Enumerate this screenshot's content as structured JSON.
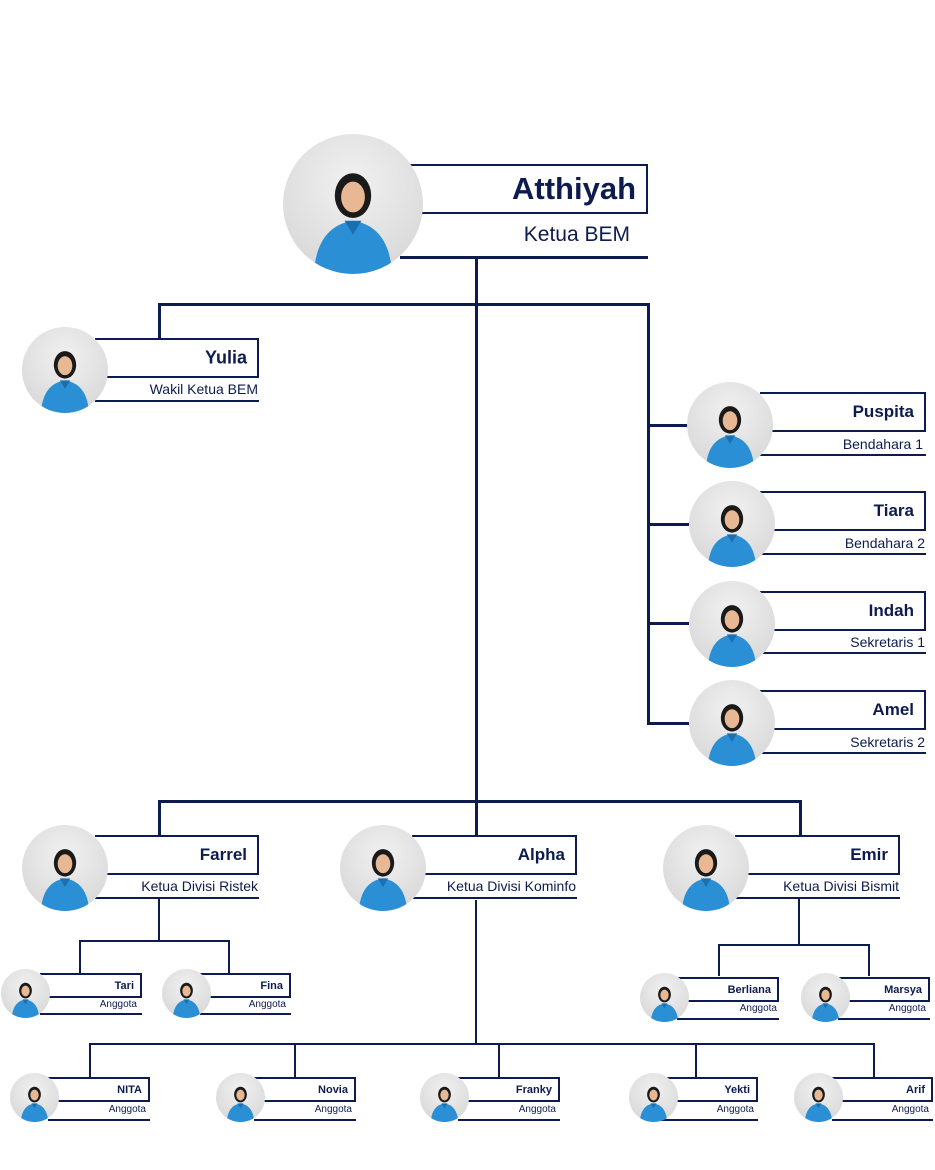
{
  "colors": {
    "navy": "#0d1b4f",
    "uniform": "#2a8fd4",
    "hijab": "#1a1a1a",
    "skin": "#e8b894"
  },
  "leader": {
    "name": "Atthiyah",
    "role": "Ketua BEM"
  },
  "vice": {
    "name": "Yulia",
    "role": "Wakil Ketua BEM"
  },
  "staff": [
    {
      "name": "Puspita",
      "role": "Bendahara 1"
    },
    {
      "name": "Tiara",
      "role": "Bendahara 2"
    },
    {
      "name": "Indah",
      "role": "Sekretaris 1"
    },
    {
      "name": "Amel",
      "role": "Sekretaris 2"
    }
  ],
  "division_heads": [
    {
      "name": "Farrel",
      "role": "Ketua Divisi Ristek"
    },
    {
      "name": "Alpha",
      "role": "Ketua Divisi Kominfo"
    },
    {
      "name": "Emir",
      "role": "Ketua Divisi Bismit"
    }
  ],
  "ristek_members": [
    {
      "name": "Tari",
      "role": "Anggota"
    },
    {
      "name": "Fina",
      "role": "Anggota"
    }
  ],
  "bismit_members": [
    {
      "name": "Berliana",
      "role": "Anggota"
    },
    {
      "name": "Marsya",
      "role": "Anggota"
    }
  ],
  "kominfo_members": [
    {
      "name": "NITA",
      "role": "Anggota"
    },
    {
      "name": "Novia",
      "role": "Anggota"
    },
    {
      "name": "Franky",
      "role": "Anggota"
    },
    {
      "name": "Yekti",
      "role": "Anggota"
    },
    {
      "name": "Arif",
      "role": "Anggota"
    }
  ]
}
